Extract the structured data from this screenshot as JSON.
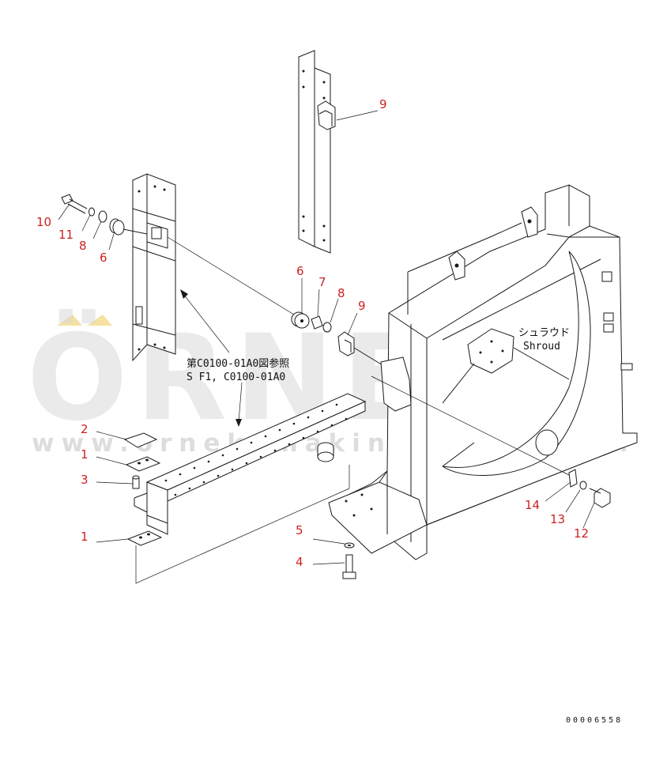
{
  "watermark": {
    "main": "ÖRNEK",
    "sub": "www.orneksmakinalari.com.tr"
  },
  "notes": {
    "reference_line1": "第C0100-01A0図参照",
    "reference_line2": "S  F1, C0100-01A0",
    "shroud_jp": "シュラウド",
    "shroud_en": "Shroud",
    "drawing_number": "00006558"
  },
  "callouts": [
    {
      "id": "c9a",
      "label": "9"
    },
    {
      "id": "c10",
      "label": "10"
    },
    {
      "id": "c11",
      "label": "11"
    },
    {
      "id": "c8a",
      "label": "8"
    },
    {
      "id": "c6a",
      "label": "6"
    },
    {
      "id": "c6b",
      "label": "6"
    },
    {
      "id": "c7",
      "label": "7"
    },
    {
      "id": "c8b",
      "label": "8"
    },
    {
      "id": "c9b",
      "label": "9"
    },
    {
      "id": "c2",
      "label": "2"
    },
    {
      "id": "c1a",
      "label": "1"
    },
    {
      "id": "c3",
      "label": "3"
    },
    {
      "id": "c1b",
      "label": "1"
    },
    {
      "id": "c5",
      "label": "5"
    },
    {
      "id": "c4",
      "label": "4"
    },
    {
      "id": "c14",
      "label": "14"
    },
    {
      "id": "c13",
      "label": "13"
    },
    {
      "id": "c12",
      "label": "12"
    }
  ],
  "colors": {
    "callout": "#cc2222",
    "ink": "#1a1a1a",
    "watermark": "#d9d9d9",
    "watermark_accent": "#f2d98a"
  }
}
